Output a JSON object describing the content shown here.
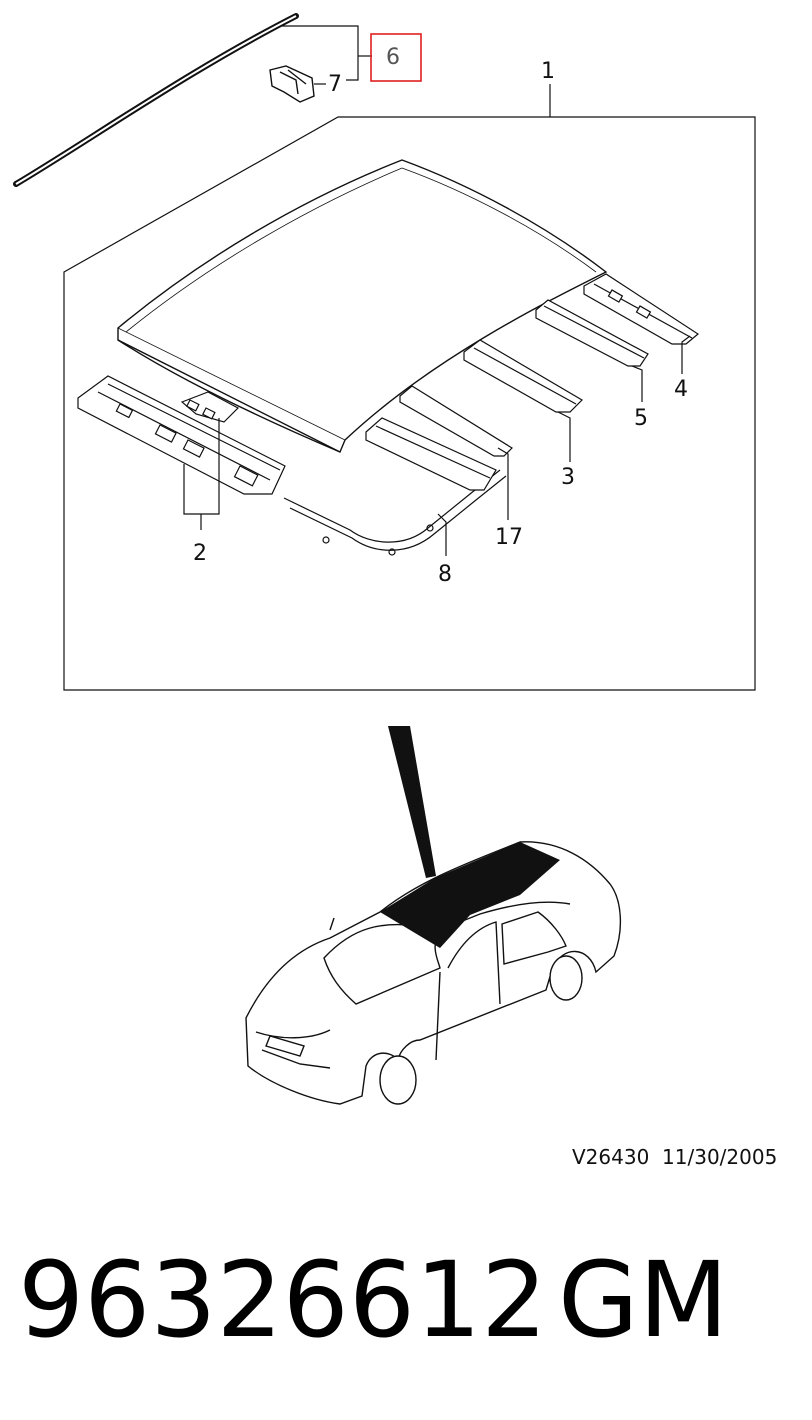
{
  "callouts": {
    "c1": "1",
    "c2": "2",
    "c3": "3",
    "c4": "4",
    "c5": "5",
    "c6": "6",
    "c7": "7",
    "c8": "8",
    "c17": "17"
  },
  "highlight_color": "#e02020",
  "reference": {
    "code": "V26430",
    "date": "11/30/2005"
  },
  "part": {
    "number": "96326612",
    "brand": "GM"
  }
}
